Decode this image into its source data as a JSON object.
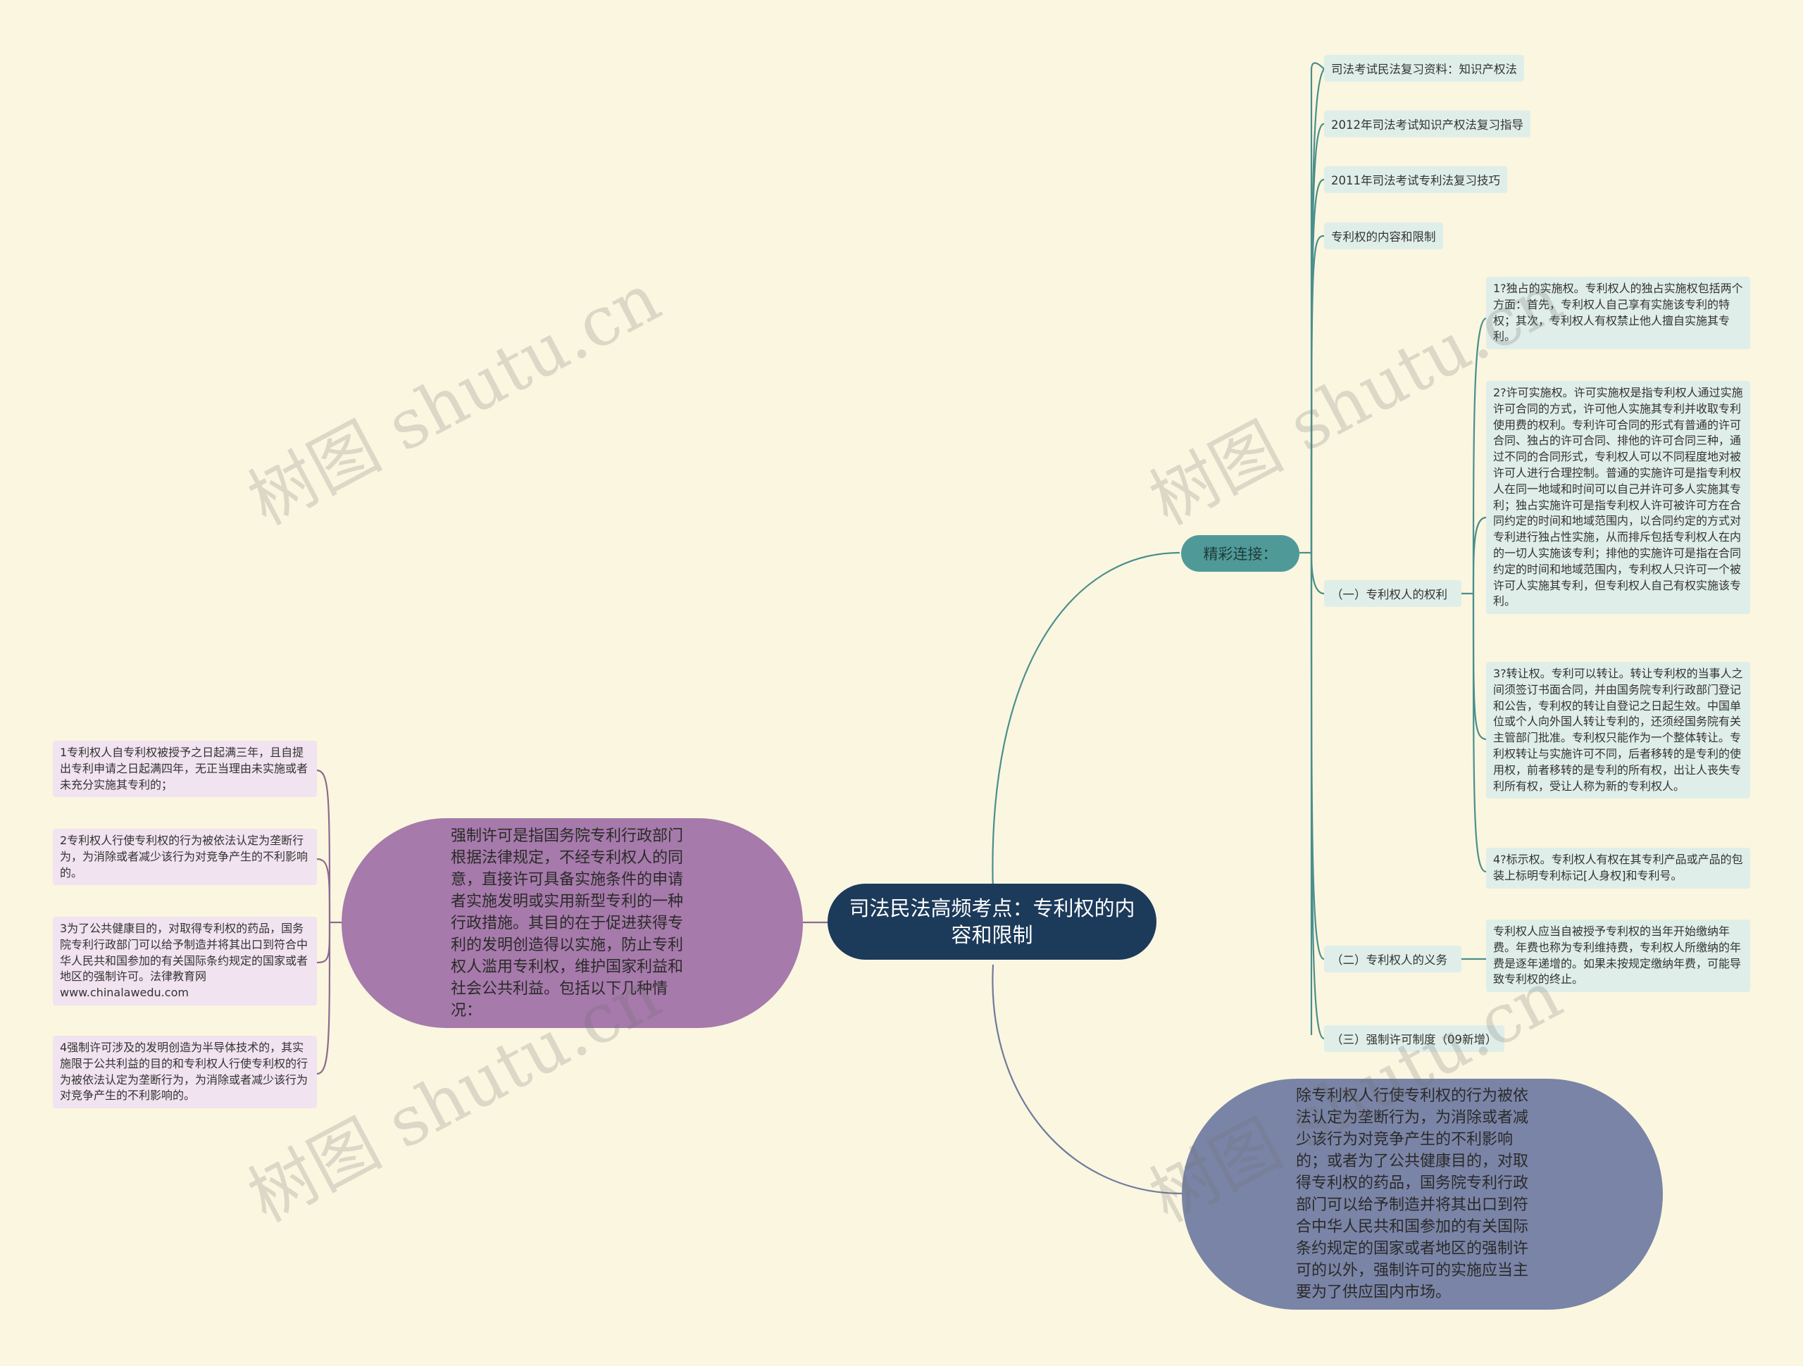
{
  "center": {
    "title": "司法民法高频考点：专利权的内容和限制"
  },
  "branch_label": "精彩连接：",
  "links": [
    "司法考试民法复习资料：知识产权法",
    "2012年司法考试知识产权法复习指导",
    "2011年司法考试专利法复习技巧",
    "专利权的内容和限制"
  ],
  "sections": {
    "rights": {
      "label": "（一）专利权人的权利",
      "items": [
        "1?独占的实施权。专利权人的独占实施权包括两个方面：首先，专利权人自己享有实施该专利的特权；其次，专利权人有权禁止他人擅自实施其专利。",
        "2?许可实施权。许可实施权是指专利权人通过实施许可合同的方式，许可他人实施其专利并收取专利使用费的权利。专利许可合同的形式有普通的许可合同、独占的许可合同、排他的许可合同三种，通过不同的合同形式，专利权人可以不同程度地对被许可人进行合理控制。普通的实施许可是指专利权人在同一地域和时间可以自己并许可多人实施其专利；独占实施许可是指专利权人许可被许可方在合同约定的时间和地域范围内，以合同约定的方式对专利进行独占性实施，从而排斥包括专利权人在内的一切人实施该专利；排他的实施许可是指在合同约定的时间和地域范围内，专利权人只许可一个被许可人实施其专利，但专利权人自己有权实施该专利。",
        "3?转让权。专利可以转让。转让专利权的当事人之间须签订书面合同，并由国务院专利行政部门登记和公告，专利权的转让自登记之日起生效。中国单位或个人向外国人转让专利的，还须经国务院有关主管部门批准。专利权只能作为一个整体转让。专利权转让与实施许可不同，后者移转的是专利的使用权，前者移转的是专利的所有权，出让人丧失专利所有权，受让人称为新的专利权人。",
        "4?标示权。专利权人有权在其专利产品或产品的包装上标明专利标记[人身权]和专利号。"
      ]
    },
    "duties": {
      "label": "（二）专利权人的义务",
      "text": "专利权人应当自被授予专利权的当年开始缴纳年费。年费也称为专利维持费，专利权人所缴纳的年费是逐年递增的。如果未按规定缴纳年费，可能导致专利权的终止。"
    },
    "compulsory": {
      "label": "（三）强制许可制度（09新增）"
    }
  },
  "purple_node": {
    "text": "强制许可是指国务院专利行政部门根据法律规定，不经专利权人的同意，直接许可具备实施条件的申请者实施发明或实用新型专利的一种行政措施。其目的在于促进获得专利的发明创造得以实施，防止专利权人滥用专利权，维护国家利益和社会公共利益。包括以下几种情况：",
    "items": [
      "1专利权人自专利权被授予之日起满三年，且自提出专利申请之日起满四年，无正当理由未实施或者未充分实施其专利的；",
      "2专利权人行使专利权的行为被依法认定为垄断行为，为消除或者减少该行为对竞争产生的不利影响的。",
      "3为了公共健康目的，对取得专利权的药品，国务院专利行政部门可以给予制造并将其出口到符合中华人民共和国参加的有关国际条约规定的国家或者地区的强制许可。法律教育网www.chinalawedu.com",
      "4强制许可涉及的发明创造为半导体技术的，其实施限于公共利益的目的和专利权人行使专利权的行为被依法认定为垄断行为，为消除或者减少该行为对竞争产生的不利影响的。"
    ]
  },
  "slate_node": {
    "text": "除专利权人行使专利权的行为被依法认定为垄断行为，为消除或者减少该行为对竞争产生的不利影响的；或者为了公共健康目的，对取得专利权的药品，国务院专利行政部门可以给予制造并将其出口到符合中华人民共和国参加的有关国际条约规定的国家或者地区的强制许可的以外，强制许可的实施应当主要为了供应国内市场。"
  },
  "watermark": "树图 shutu.cn",
  "colors": {
    "background": "#fbf6e0",
    "center": "#1c3a5a",
    "teal": "#4f9a98",
    "purple": "#a67aaa",
    "slate": "#7a84a6",
    "tag": "#dfeee9",
    "left_box": "#f1e3ef"
  }
}
